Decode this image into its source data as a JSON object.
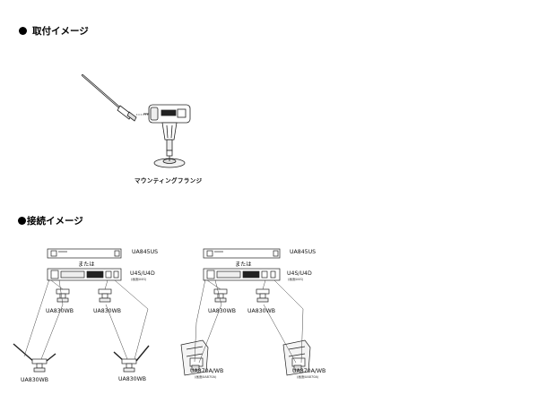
{
  "sections": {
    "mounting": {
      "title": "取付イメージ"
    },
    "connection": {
      "title": "接続イメージ"
    }
  },
  "mounting_diagram": {
    "caption": "マウンティングフランジ"
  },
  "connection_left": {
    "top_unit": "UA845US",
    "or_text": "または",
    "main_unit": "U4S/U4D",
    "main_note": "(画面U4S)",
    "mid_antenna_a": "UA830WB",
    "mid_antenna_b": "UA830WB",
    "low_antenna_a": "UA830WB",
    "low_antenna_b": "UA830WB"
  },
  "connection_right": {
    "top_unit": "UA845US",
    "or_text": "または",
    "main_unit": "U4S/U4D",
    "main_note": "(画面U4S)",
    "mid_antenna_a": "UA830WB",
    "mid_antenna_b": "UA830WB",
    "low_antenna_a": "UA870A/WB",
    "low_antenna_a_note": "(画面UA870A)",
    "low_antenna_b": "UA870A/WB",
    "low_antenna_b_note": "(画面UA870A)"
  },
  "colors": {
    "ink": "#000000",
    "line": "#333333",
    "background": "#ffffff"
  }
}
